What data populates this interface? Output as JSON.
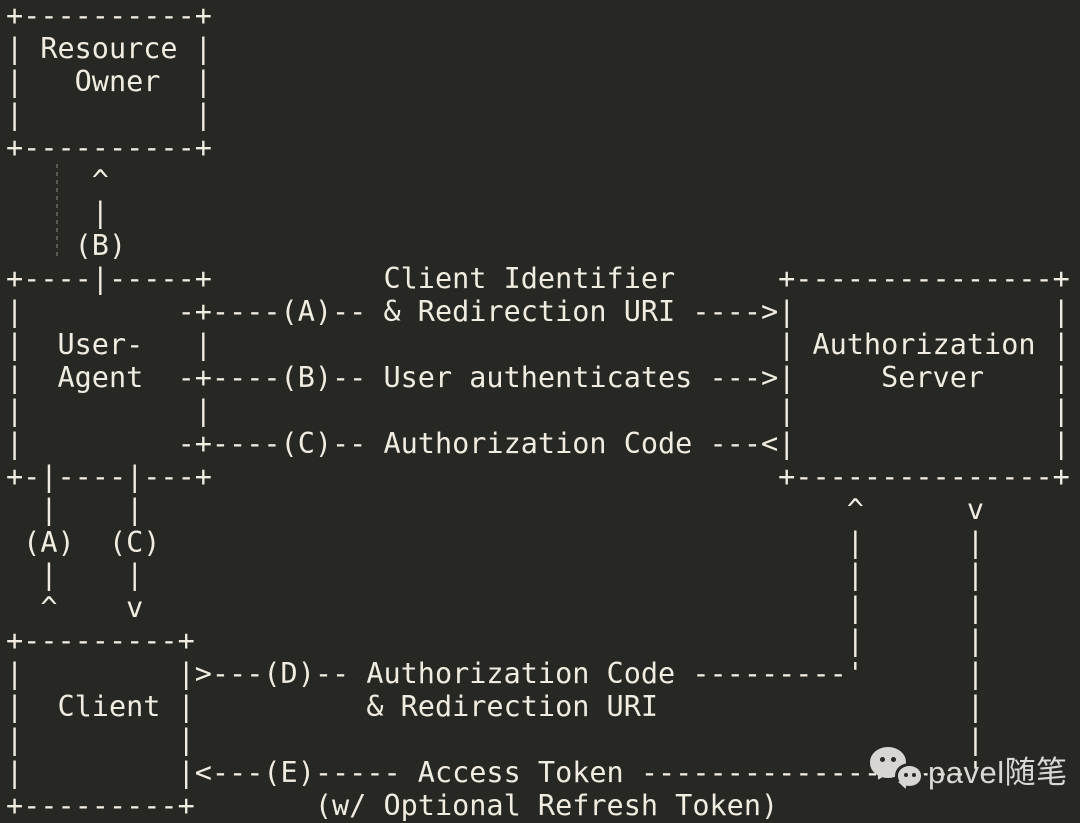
{
  "diagram": {
    "ascii_lines": [
      "+----------+",
      "| Resource |",
      "|   Owner  |",
      "|          |",
      "+----------+",
      "     ^",
      "     |",
      "    (B)",
      "+----|-----+          Client Identifier      +---------------+",
      "|         -+----(A)-- & Redirection URI ---->|               |",
      "|  User-   |                                 | Authorization |",
      "|  Agent  -+----(B)-- User authenticates --->|     Server    |",
      "|          |                                 |               |",
      "|         -+----(C)-- Authorization Code ---<|               |",
      "+-|----|---+                                 +---------------+",
      "  |    |                                         ^      v",
      " (A)  (C)                                        |      |",
      "  |    |                                         |      |",
      "  ^    v                                         |      |",
      "+---------+                                      |      |",
      "|         |>---(D)-- Authorization Code ---------'      |",
      "|  Client |          & Redirection URI                  |",
      "|         |                                             |",
      "|         |<---(E)----- Access Token -------------------'",
      "+---------+       (w/ Optional Refresh Token)"
    ],
    "nodes": [
      "Resource Owner",
      "User-Agent",
      "Authorization Server",
      "Client"
    ],
    "flows": [
      {
        "label": "(A)",
        "text": "Client Identifier & Redirection URI"
      },
      {
        "label": "(B)",
        "text": "User authenticates"
      },
      {
        "label": "(C)",
        "text": "Authorization Code"
      },
      {
        "label": "(D)",
        "text": "Authorization Code & Redirection URI"
      },
      {
        "label": "(E)",
        "text": "Access Token (w/ Optional Refresh Token)"
      }
    ],
    "colors": {
      "background": "#272723",
      "text": "#f1ece1"
    }
  },
  "watermark": {
    "icon": "wechat-icon",
    "text": "pavel随笔",
    "color": "#d9d8d5"
  }
}
